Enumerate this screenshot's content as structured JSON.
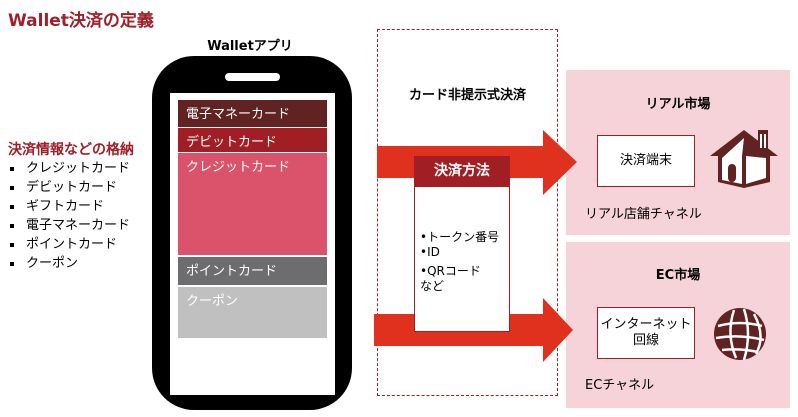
{
  "title": "Wallet決済の定義",
  "wallet_app": {
    "label": "Walletアプリ",
    "cards": [
      {
        "label": "電子マネーカード",
        "color": "#612222"
      },
      {
        "label": "デビットカード",
        "color": "#a11f24"
      },
      {
        "label": "クレジットカード",
        "color": "#db536b"
      },
      {
        "label": "ポイントカード",
        "color": "#6d6d70"
      },
      {
        "label": "クーポン",
        "color": "#c0c0c0"
      }
    ]
  },
  "storage": {
    "heading": "決済情報などの格納",
    "items": [
      "クレジットカード",
      "デビットカード",
      "ギフトカード",
      "電子マネーカード",
      "ポイントカード",
      "クーポン"
    ]
  },
  "non_present": {
    "label": "カード非提示式決済",
    "method_title": "決済方法",
    "methods": [
      "•トークン番号",
      "•ID",
      "•QRコード",
      "など"
    ]
  },
  "real_market": {
    "title": "リアル市場",
    "box": "決済端末",
    "channel": "リアル店舗チャネル",
    "icon": "house-icon"
  },
  "ec_market": {
    "title": "EC市場",
    "box_line1": "インターネット",
    "box_line2": "回線",
    "channel": "ECチャネル",
    "icon": "globe-icon"
  },
  "colors": {
    "accent": "#a0202a",
    "arrow": "#e0301e",
    "panel": "#f5d3d9"
  }
}
